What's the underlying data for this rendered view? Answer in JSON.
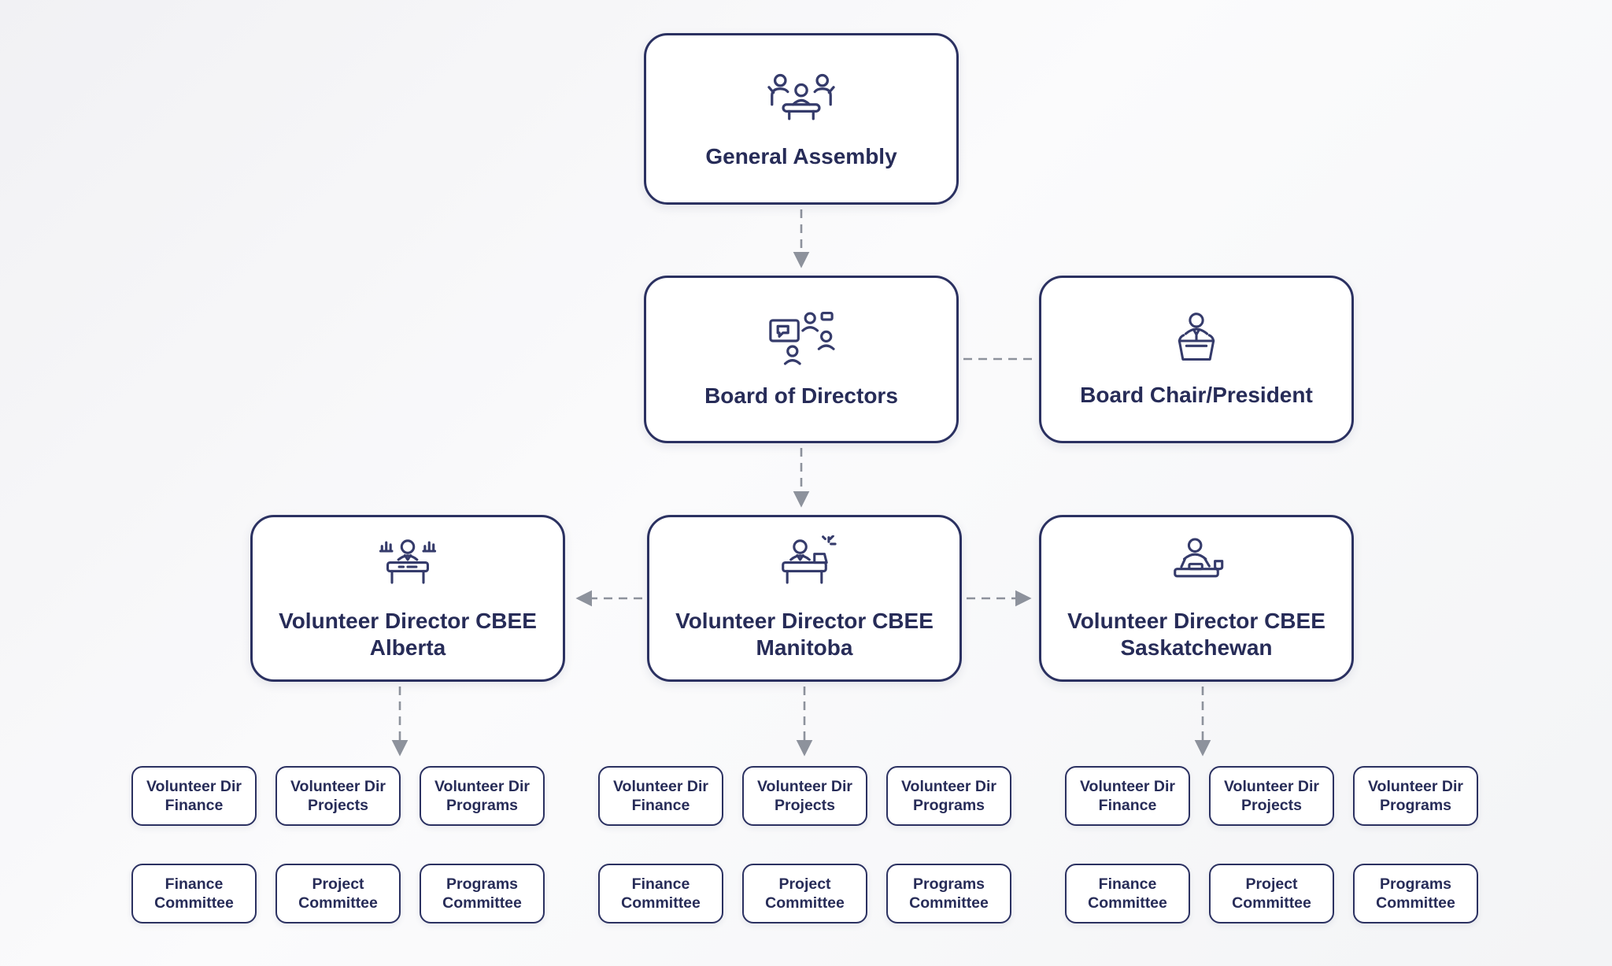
{
  "diagram": {
    "type": "org-chart",
    "colors": {
      "background": "#f4f5f7",
      "box_background": "#ffffff",
      "box_border": "#2b3161",
      "label_text": "#272c58",
      "connector": "#8d929c",
      "icon_stroke": "#353b6b"
    },
    "nodes": {
      "general_assembly": {
        "label": "General Assembly",
        "icon": "assembly-meeting-icon"
      },
      "board_of_directors": {
        "label": "Board of Directors",
        "icon": "board-meeting-icon"
      },
      "board_chair": {
        "label": "Board Chair/President",
        "icon": "podium-speaker-icon"
      },
      "directors": [
        {
          "label": "Volunteer Director CBEE Alberta",
          "icon": "director-desk-charts-icon",
          "officers": [
            "Volunteer Dir Finance",
            "Volunteer Dir Projects",
            "Volunteer Dir Programs"
          ],
          "committees": [
            "Finance Committee",
            "Project Committee",
            "Programs Committee"
          ]
        },
        {
          "label": "Volunteer Director CBEE Manitoba",
          "icon": "director-desk-laptop-icon",
          "officers": [
            "Volunteer Dir Finance",
            "Volunteer Dir Projects",
            "Volunteer Dir Programs"
          ],
          "committees": [
            "Finance Committee",
            "Project Committee",
            "Programs Committee"
          ]
        },
        {
          "label": "Volunteer Director CBEE Saskatchewan",
          "icon": "director-desk-writing-icon",
          "officers": [
            "Volunteer Dir Finance",
            "Volunteer Dir Projects",
            "Volunteer Dir Programs"
          ],
          "committees": [
            "Finance Committee",
            "Project Committee",
            "Programs Committee"
          ]
        }
      ]
    },
    "edges": [
      {
        "from": "general_assembly",
        "to": "board_of_directors",
        "style": "dashed-arrow-down"
      },
      {
        "from": "board_of_directors",
        "to": "board_chair",
        "style": "dashed"
      },
      {
        "from": "board_of_directors",
        "to": "director_manitoba",
        "style": "dashed-arrow-down"
      },
      {
        "from": "director_manitoba",
        "to": "director_alberta",
        "style": "dashed-arrow-left"
      },
      {
        "from": "director_manitoba",
        "to": "director_saskatchewan",
        "style": "dashed-arrow-right"
      },
      {
        "from": "director_alberta",
        "to": "officers_alberta",
        "style": "dashed-arrow-down"
      },
      {
        "from": "director_manitoba",
        "to": "officers_manitoba",
        "style": "dashed-arrow-down"
      },
      {
        "from": "director_saskatchewan",
        "to": "officers_saskatchewan",
        "style": "dashed-arrow-down"
      }
    ]
  }
}
